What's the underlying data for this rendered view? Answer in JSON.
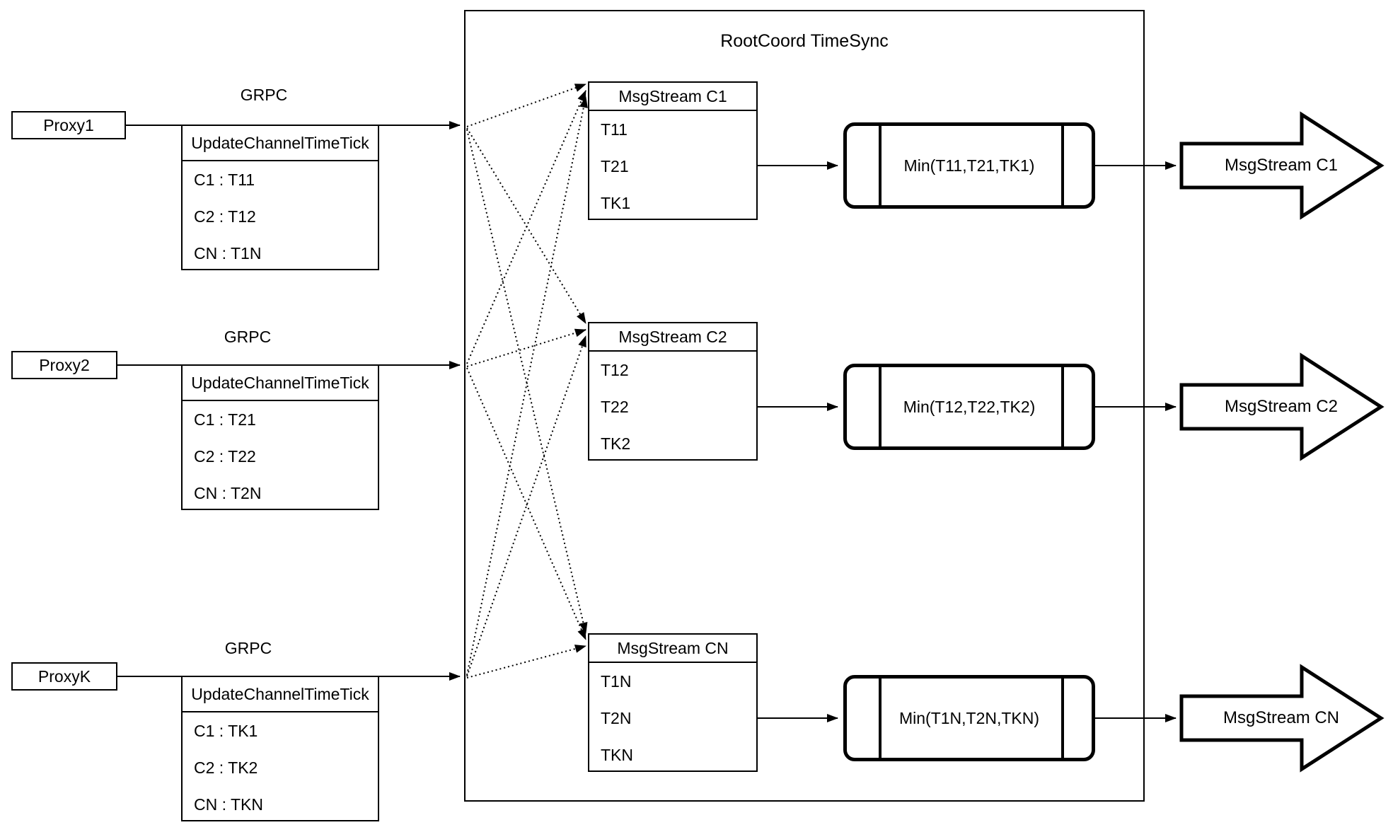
{
  "palette": {
    "stroke": "#000000",
    "fill": "#ffffff"
  },
  "proxies": [
    {
      "name": "Proxy1",
      "protocol": "GRPC",
      "message": {
        "title": "UpdateChannelTimeTick",
        "rows": [
          "C1 :  T11",
          "C2 :  T12",
          "CN : T1N"
        ]
      }
    },
    {
      "name": "Proxy2",
      "protocol": "GRPC",
      "message": {
        "title": "UpdateChannelTimeTick",
        "rows": [
          "C1 :  T21",
          "C2 :  T22",
          "CN : T2N"
        ]
      }
    },
    {
      "name": "ProxyK",
      "protocol": "GRPC",
      "message": {
        "title": "UpdateChannelTimeTick",
        "rows": [
          "C1 :  TK1",
          "C2 :  TK2",
          "CN : TKN"
        ]
      }
    }
  ],
  "timesync": {
    "title": "RootCoord TimeSync",
    "streams": [
      {
        "title": "MsgStream C1",
        "timestamps": [
          "T11",
          "T21",
          "TK1"
        ],
        "aggregate": "Min(T11,T21,TK1)",
        "output": "MsgStream C1"
      },
      {
        "title": "MsgStream C2",
        "timestamps": [
          "T12",
          "T22",
          "TK2"
        ],
        "aggregate": "Min(T12,T22,TK2)",
        "output": "MsgStream C2"
      },
      {
        "title": "MsgStream CN",
        "timestamps": [
          "T1N",
          "T2N",
          "TKN"
        ],
        "aggregate": "Min(T1N,T2N,TKN)",
        "output": "MsgStream CN"
      }
    ]
  }
}
